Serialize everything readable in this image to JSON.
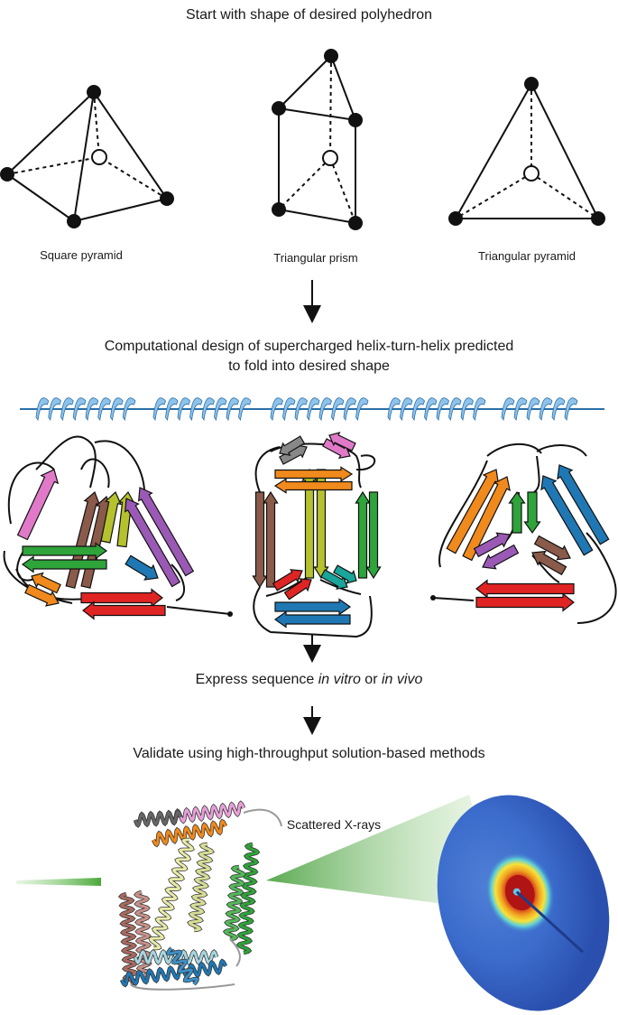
{
  "steps": {
    "shape": "Start with shape of desired polyhedron",
    "design_line1": "Computational design of supercharged helix-turn-helix predicted",
    "design_line2": "to fold into desired shape",
    "express_prefix": "Express sequence ",
    "express_invitro": "in vitro",
    "express_or": " or ",
    "express_invivo": "in vivo",
    "validate": "Validate using high-throughput solution-based methods"
  },
  "shapes": {
    "square_pyramid": "Square pyramid",
    "triangular_prism": "Triangular prism",
    "triangular_pyramid": "Triangular pyramid"
  },
  "saxs": {
    "label": "Scattered X-rays"
  },
  "colors": {
    "pink": "#e07ac8",
    "brown": "#8a5a4a",
    "olive": "#b5c22e",
    "purple": "#9b59b6",
    "green": "#2ea43a",
    "orange": "#f08a1c",
    "blue": "#1f78b4",
    "red": "#e02424",
    "teal": "#1aa59a",
    "gray": "#888888",
    "helix": "#8fc3ea",
    "axis": "#2a6fa8"
  }
}
